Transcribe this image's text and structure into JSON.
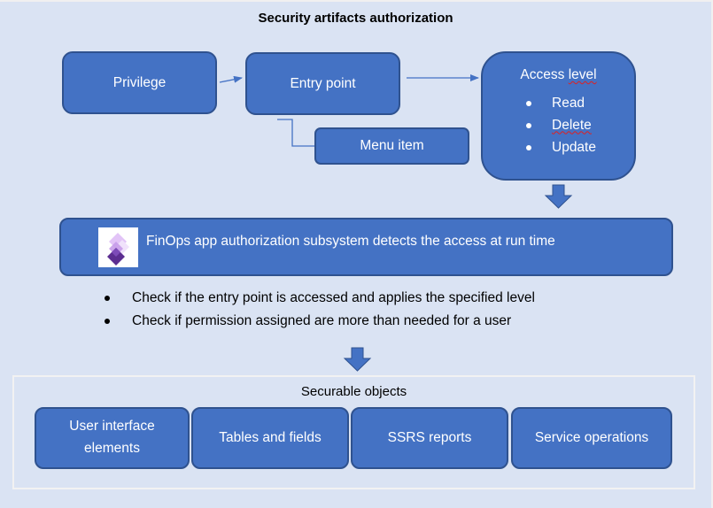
{
  "title": "Security artifacts authorization",
  "nodes": {
    "privilege": "Privilege",
    "entry_point": "Entry point",
    "menu_item": "Menu item",
    "access_level": {
      "heading_prefix": "Access ",
      "heading_flagged": "level",
      "items": [
        "Read",
        "Delete",
        "Update"
      ]
    },
    "subsystem": {
      "logo_icon": "power-platform-logo-icon",
      "text": "FinOps app authorization subsystem detects the access at run time"
    }
  },
  "checks": [
    "Check if the entry point is accessed and applies the specified level",
    "Check if permission assigned are more than needed for a user"
  ],
  "securable_objects": {
    "label": "Securable objects",
    "items": [
      "User interface elements",
      "Tables and fields",
      "SSRS reports",
      "Service operations"
    ]
  },
  "colors": {
    "background": "#dae3f3",
    "box_fill": "#4472c4",
    "box_border": "#2f528f",
    "connector": "#4472c4",
    "spellcheck": "#e02020"
  }
}
